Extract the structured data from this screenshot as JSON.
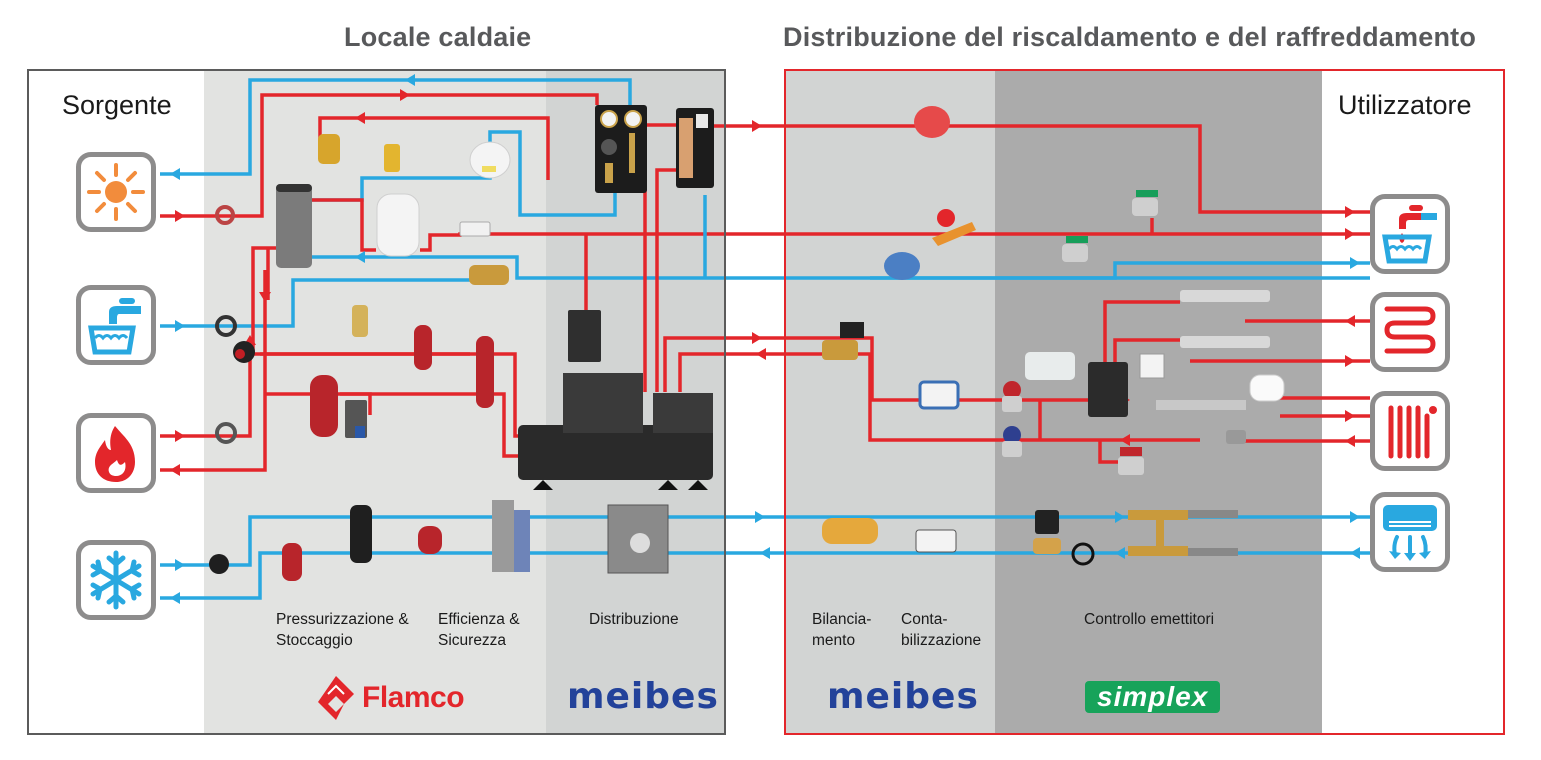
{
  "titles": {
    "left": "Locale caldaie",
    "right": "Distribuzione del riscaldamento e del raffreddamento"
  },
  "corners": {
    "source": "Sorgente",
    "user": "Utilizzatore"
  },
  "colors": {
    "hot_pipe": "#e3262b",
    "cold_pipe": "#29a8e0",
    "icon_border": "#8d8c8c",
    "left_frame": "#5b5b5b",
    "right_frame": "#e3262b",
    "zone_light": "#e2e3e1",
    "zone_mid": "#d2d4d3",
    "zone_dark": "#ababab",
    "flamco_red": "#e3262b",
    "meibes_blue": "#23429a",
    "meibes_dot": "#f39200",
    "simplex_green": "#17a35a",
    "sun_orange": "#f28c3c"
  },
  "sources": [
    {
      "name": "solar",
      "icon": "sun-icon"
    },
    {
      "name": "water-supply",
      "icon": "tap-water-icon"
    },
    {
      "name": "boiler",
      "icon": "flame-icon"
    },
    {
      "name": "chiller",
      "icon": "snowflake-icon"
    }
  ],
  "users": [
    {
      "name": "domestic-hot-water",
      "icon": "hot-cold-tap-icon"
    },
    {
      "name": "floor-heating",
      "icon": "underfloor-coil-icon"
    },
    {
      "name": "radiator",
      "icon": "radiator-icon"
    },
    {
      "name": "fan-coil",
      "icon": "air-conditioner-icon"
    }
  ],
  "categories": {
    "pressurization": "Pressurizzazione &\nStoccaggio",
    "efficiency": "Efficienza &\nSicurezza",
    "distribution": "Distribuzione",
    "balancing": "Bilancia-\nmento",
    "metering": "Conta-\nbilizzazione",
    "emitter_control": "Controllo emettitori"
  },
  "logos": {
    "flamco": "Flamco",
    "meibes_left": "meibes",
    "meibes_right": "meibes",
    "simplex": "simplex"
  }
}
